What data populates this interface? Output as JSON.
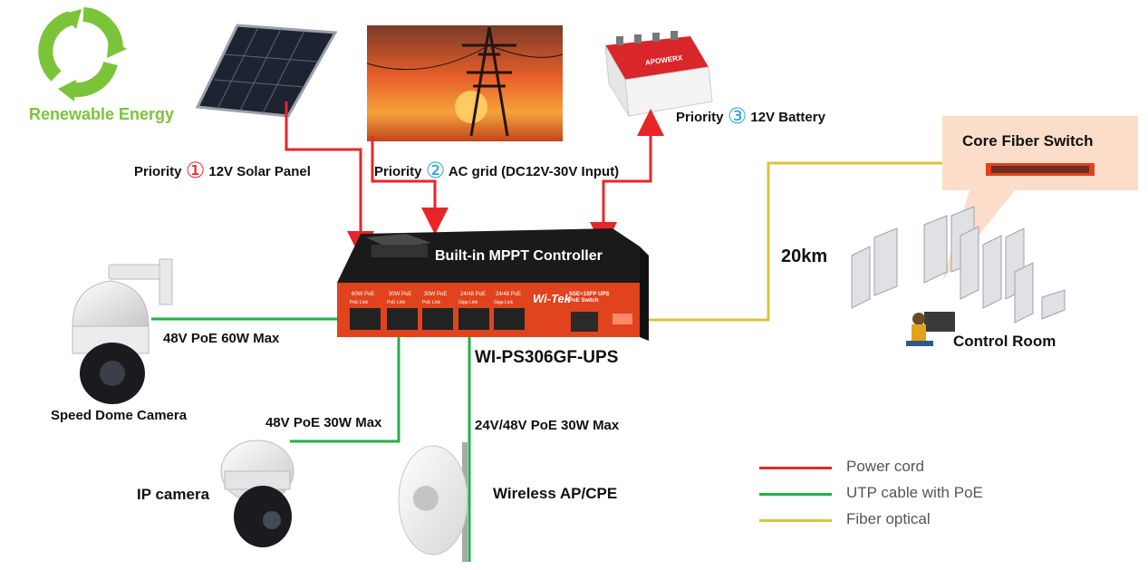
{
  "renewable": {
    "label": "Renewable Energy"
  },
  "sources": {
    "solar": {
      "priority_word": "Priority",
      "priority_num": "①",
      "label": "12V Solar Panel"
    },
    "grid": {
      "priority_word": "Priority",
      "priority_num": "②",
      "label": "AC grid (DC12V-30V Input)"
    },
    "battery": {
      "priority_word": "Priority",
      "priority_num": "③",
      "label": "12V Battery",
      "brand": "APOWERX"
    }
  },
  "device": {
    "top_label": "Built-in MPPT Controller",
    "model": "WI-PS306GF-UPS",
    "brand": "Wi-Tek",
    "subtitle": "5GE+1SFP UPS PoE Switch",
    "port_labels": [
      "60W PoE",
      "30W PoE",
      "30W PoE",
      "24/48 PoE",
      "24/48 PoE"
    ],
    "port_sub": [
      [
        "PoE",
        "Link"
      ],
      [
        "PoE",
        "Link"
      ],
      [
        "PoE",
        "Link"
      ],
      [
        "Giga",
        "Link"
      ],
      [
        "Giga",
        "Link"
      ]
    ]
  },
  "core": {
    "label": "Core Fiber Switch"
  },
  "distance": {
    "label": "20km"
  },
  "control_room": {
    "label": "Control Room"
  },
  "links": {
    "speed_dome": "48V PoE 60W Max",
    "ip_camera": "48V PoE 30W Max",
    "wireless": "24V/48V PoE 30W Max"
  },
  "devices": {
    "speed_dome": "Speed Dome Camera",
    "ip_camera": "IP camera",
    "wireless": "Wireless AP/CPE"
  },
  "legend": [
    {
      "label": "Power cord",
      "color": "#e8262a"
    },
    {
      "label": "UTP cable with PoE",
      "color": "#21b04b"
    },
    {
      "label": "Fiber optical",
      "color": "#dcc33a"
    }
  ],
  "colors": {
    "power": "#e8262a",
    "poe": "#21b04b",
    "fiber": "#dcc33a",
    "circ_red": "#e8262a",
    "circ_blue": "#29a3d6"
  }
}
